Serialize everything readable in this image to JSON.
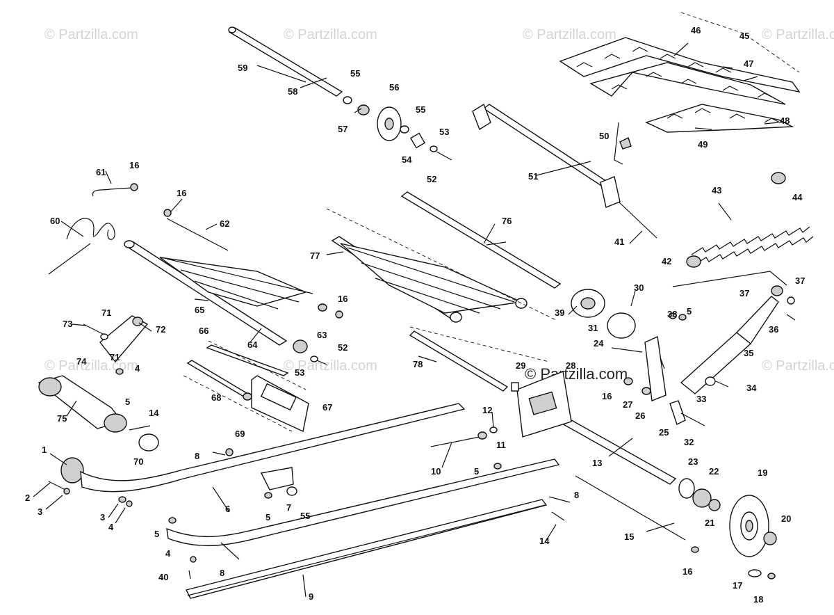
{
  "watermarks": {
    "faint": "© Partzilla.com",
    "center": "© Partzilla.com"
  },
  "callouts": [
    {
      "id": "c1",
      "text": "1"
    },
    {
      "id": "c2",
      "text": "2"
    },
    {
      "id": "c3a",
      "text": "3"
    },
    {
      "id": "c3b",
      "text": "3"
    },
    {
      "id": "c4a",
      "text": "4"
    },
    {
      "id": "c4b",
      "text": "4"
    },
    {
      "id": "c4c",
      "text": "4"
    },
    {
      "id": "c5a",
      "text": "5"
    },
    {
      "id": "c5b",
      "text": "5"
    },
    {
      "id": "c5c",
      "text": "5"
    },
    {
      "id": "c5d",
      "text": "5"
    },
    {
      "id": "c5e",
      "text": "5"
    },
    {
      "id": "c6",
      "text": "6"
    },
    {
      "id": "c7",
      "text": "7"
    },
    {
      "id": "c8a",
      "text": "8"
    },
    {
      "id": "c8b",
      "text": "8"
    },
    {
      "id": "c8c",
      "text": "8"
    },
    {
      "id": "c9",
      "text": "9"
    },
    {
      "id": "c10",
      "text": "10"
    },
    {
      "id": "c11",
      "text": "11"
    },
    {
      "id": "c12",
      "text": "12"
    },
    {
      "id": "c13",
      "text": "13"
    },
    {
      "id": "c14a",
      "text": "14"
    },
    {
      "id": "c14b",
      "text": "14"
    },
    {
      "id": "c15",
      "text": "15"
    },
    {
      "id": "c16a",
      "text": "16"
    },
    {
      "id": "c16b",
      "text": "16"
    },
    {
      "id": "c16c",
      "text": "16"
    },
    {
      "id": "c16d",
      "text": "16"
    },
    {
      "id": "c16e",
      "text": "16"
    },
    {
      "id": "c17",
      "text": "17"
    },
    {
      "id": "c18",
      "text": "18"
    },
    {
      "id": "c19",
      "text": "19"
    },
    {
      "id": "c20",
      "text": "20"
    },
    {
      "id": "c21",
      "text": "21"
    },
    {
      "id": "c22",
      "text": "22"
    },
    {
      "id": "c23",
      "text": "23"
    },
    {
      "id": "c24",
      "text": "24"
    },
    {
      "id": "c25",
      "text": "25"
    },
    {
      "id": "c26",
      "text": "26"
    },
    {
      "id": "c27",
      "text": "27"
    },
    {
      "id": "c28",
      "text": "28"
    },
    {
      "id": "c29",
      "text": "29"
    },
    {
      "id": "c30",
      "text": "30"
    },
    {
      "id": "c31",
      "text": "31"
    },
    {
      "id": "c32",
      "text": "32"
    },
    {
      "id": "c33",
      "text": "33"
    },
    {
      "id": "c34",
      "text": "34"
    },
    {
      "id": "c35",
      "text": "35"
    },
    {
      "id": "c36",
      "text": "36"
    },
    {
      "id": "c37a",
      "text": "37"
    },
    {
      "id": "c37b",
      "text": "37"
    },
    {
      "id": "c38",
      "text": "38"
    },
    {
      "id": "c39",
      "text": "39"
    },
    {
      "id": "c40",
      "text": "40"
    },
    {
      "id": "c41",
      "text": "41"
    },
    {
      "id": "c42",
      "text": "42"
    },
    {
      "id": "c43",
      "text": "43"
    },
    {
      "id": "c44",
      "text": "44"
    },
    {
      "id": "c45",
      "text": "45"
    },
    {
      "id": "c46",
      "text": "46"
    },
    {
      "id": "c47",
      "text": "47"
    },
    {
      "id": "c48",
      "text": "48"
    },
    {
      "id": "c49",
      "text": "49"
    },
    {
      "id": "c50",
      "text": "50"
    },
    {
      "id": "c51",
      "text": "51"
    },
    {
      "id": "c52a",
      "text": "52"
    },
    {
      "id": "c52b",
      "text": "52"
    },
    {
      "id": "c53a",
      "text": "53"
    },
    {
      "id": "c53b",
      "text": "53"
    },
    {
      "id": "c54",
      "text": "54"
    },
    {
      "id": "c55a",
      "text": "55"
    },
    {
      "id": "c55b",
      "text": "55"
    },
    {
      "id": "c55c",
      "text": "55"
    },
    {
      "id": "c56",
      "text": "56"
    },
    {
      "id": "c57",
      "text": "57"
    },
    {
      "id": "c58",
      "text": "58"
    },
    {
      "id": "c59",
      "text": "59"
    },
    {
      "id": "c60",
      "text": "60"
    },
    {
      "id": "c61",
      "text": "61"
    },
    {
      "id": "c62",
      "text": "62"
    },
    {
      "id": "c63",
      "text": "63"
    },
    {
      "id": "c64",
      "text": "64"
    },
    {
      "id": "c65",
      "text": "65"
    },
    {
      "id": "c66",
      "text": "66"
    },
    {
      "id": "c67",
      "text": "67"
    },
    {
      "id": "c68",
      "text": "68"
    },
    {
      "id": "c69",
      "text": "69"
    },
    {
      "id": "c70",
      "text": "70"
    },
    {
      "id": "c71a",
      "text": "71"
    },
    {
      "id": "c71b",
      "text": "71"
    },
    {
      "id": "c72",
      "text": "72"
    },
    {
      "id": "c73",
      "text": "73"
    },
    {
      "id": "c74",
      "text": "74"
    },
    {
      "id": "c75",
      "text": "75"
    },
    {
      "id": "c76",
      "text": "76"
    },
    {
      "id": "c77",
      "text": "77"
    },
    {
      "id": "c78",
      "text": "78"
    }
  ]
}
